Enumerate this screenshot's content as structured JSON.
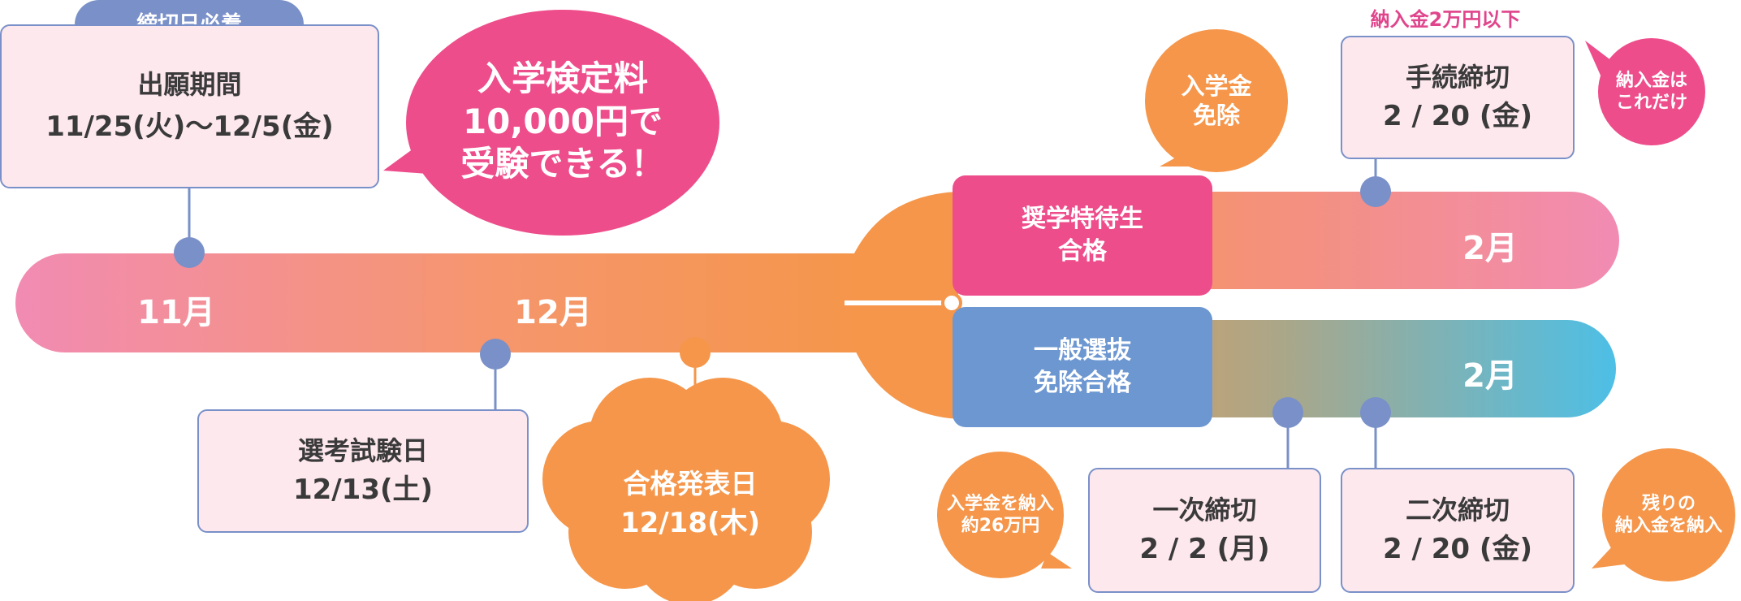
{
  "colors": {
    "pink": "#ee4d8b",
    "orange": "#f5964a",
    "blue": "#6d97d1",
    "navy_dot": "#7a90c8",
    "card_bg": "#fde8ee",
    "cyan": "#4dbfe6"
  },
  "timeline": {
    "month_nov": "11月",
    "month_dec": "12月",
    "month_feb_upper": "2月",
    "month_feb_lower": "2月"
  },
  "application": {
    "tag": "締切日必着",
    "title": "出願期間",
    "dates": "11/25(火)〜12/5(金)"
  },
  "fee_bubble": {
    "lines": [
      "入学検定料",
      "10,000円で",
      "受験できる！"
    ]
  },
  "exam": {
    "title": "選考試験日",
    "date": "12/13(土)"
  },
  "results": {
    "title": "合格発表日",
    "date": "12/18(木)"
  },
  "scholarship_pass": {
    "lines": [
      "奨学特待生",
      "合格"
    ]
  },
  "general_pass": {
    "lines": [
      "一般選抜",
      "免除合格"
    ]
  },
  "exemption_bubble": {
    "lines": [
      "入学金",
      "免除"
    ]
  },
  "procedure": {
    "note": "納入金2万円以下",
    "title": "手続締切",
    "date": "2 / 20 (金)"
  },
  "only_payment_bubble": {
    "lines": [
      "納入金は",
      "これだけ"
    ]
  },
  "first_deadline": {
    "title": "一次締切",
    "date": "2 / 2 (月)"
  },
  "second_deadline": {
    "title": "二次締切",
    "date": "2 / 20 (金)"
  },
  "admission_fee_bubble": {
    "lines": [
      "入学金を納入",
      "約26万円"
    ]
  },
  "remaining_bubble": {
    "lines": [
      "残りの",
      "納入金を納入"
    ]
  }
}
